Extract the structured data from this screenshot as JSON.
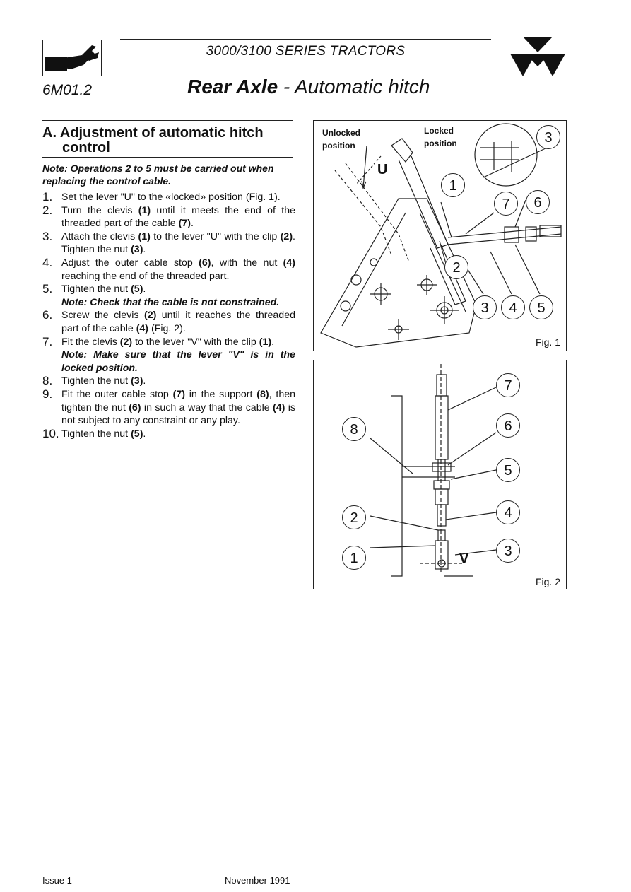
{
  "header": {
    "series": "3000/3100 SERIES TRACTORS",
    "code": "6M01.2",
    "title_bold": "Rear Axle",
    "title_rest": " - Automatic hitch"
  },
  "section": {
    "title_line1": "A. Adjustment of automatic hitch",
    "title_line2": "control",
    "note": "Note: Operations 2 to 5 must be carried out when replacing the control cable."
  },
  "steps": [
    {
      "num": "1.",
      "parts": [
        {
          "t": "Set the lever \"U\" to the «locked» position (Fig. 1)."
        }
      ]
    },
    {
      "num": "2.",
      "parts": [
        {
          "t": "Turn the clevis "
        },
        {
          "t": "(1)",
          "b": true
        },
        {
          "t": " until it meets the end of the threaded part of the cable "
        },
        {
          "t": "(7)",
          "b": true
        },
        {
          "t": "."
        }
      ]
    },
    {
      "num": "3.",
      "parts": [
        {
          "t": "Attach the clevis "
        },
        {
          "t": "(1)",
          "b": true
        },
        {
          "t": " to the lever \"U\" with the clip "
        },
        {
          "t": "(2)",
          "b": true
        },
        {
          "t": ". Tighten the nut "
        },
        {
          "t": "(3)",
          "b": true
        },
        {
          "t": "."
        }
      ]
    },
    {
      "num": "4.",
      "parts": [
        {
          "t": "Adjust the outer cable stop "
        },
        {
          "t": "(6)",
          "b": true
        },
        {
          "t": ", with the nut "
        },
        {
          "t": "(4)",
          "b": true
        },
        {
          "t": " reaching the end of the threaded part."
        }
      ]
    },
    {
      "num": "5.",
      "parts": [
        {
          "t": "Tighten the nut "
        },
        {
          "t": "(5)",
          "b": true
        },
        {
          "t": "."
        }
      ],
      "note": "Note: Check that the cable is not constrained."
    },
    {
      "num": "6.",
      "parts": [
        {
          "t": "Screw the clevis "
        },
        {
          "t": "(2)",
          "b": true
        },
        {
          "t": " until it reaches the threaded part of the cable "
        },
        {
          "t": "(4)",
          "b": true
        },
        {
          "t": " (Fig. 2)."
        }
      ]
    },
    {
      "num": "7.",
      "parts": [
        {
          "t": "Fit the clevis "
        },
        {
          "t": "(2)",
          "b": true
        },
        {
          "t": " to the lever \"V\" with the clip "
        },
        {
          "t": "(1)",
          "b": true
        },
        {
          "t": "."
        }
      ],
      "note": "Note: Make sure that the lever \"V\" is in the locked position."
    },
    {
      "num": "8.",
      "parts": [
        {
          "t": "Tighten the nut "
        },
        {
          "t": "(3)",
          "b": true
        },
        {
          "t": "."
        }
      ]
    },
    {
      "num": "9.",
      "parts": [
        {
          "t": "Fit the outer cable stop "
        },
        {
          "t": "(7)",
          "b": true
        },
        {
          "t": " in the support "
        },
        {
          "t": "(8)",
          "b": true
        },
        {
          "t": ", then tighten the nut "
        },
        {
          "t": "(6)",
          "b": true
        },
        {
          "t": " in such a way that the cable "
        },
        {
          "t": "(4)",
          "b": true
        },
        {
          "t": " is not subject to any constraint or any play."
        }
      ]
    },
    {
      "num": "10.",
      "parts": [
        {
          "t": "Tighten the nut "
        },
        {
          "t": "(5)",
          "b": true
        },
        {
          "t": "."
        }
      ]
    }
  ],
  "fig1": {
    "label": "Fig. 1",
    "unlocked": "Unlocked",
    "unlocked2": "position",
    "locked": "Locked",
    "locked2": "position",
    "lever": "U",
    "callouts": [
      "3",
      "1",
      "7",
      "6",
      "2",
      "3",
      "4",
      "5"
    ]
  },
  "fig2": {
    "label": "Fig. 2",
    "lever": "V",
    "callouts": [
      "7",
      "8",
      "6",
      "5",
      "2",
      "4",
      "1",
      "3"
    ]
  },
  "footer": {
    "issue": "Issue 1",
    "date": "November 1991"
  }
}
